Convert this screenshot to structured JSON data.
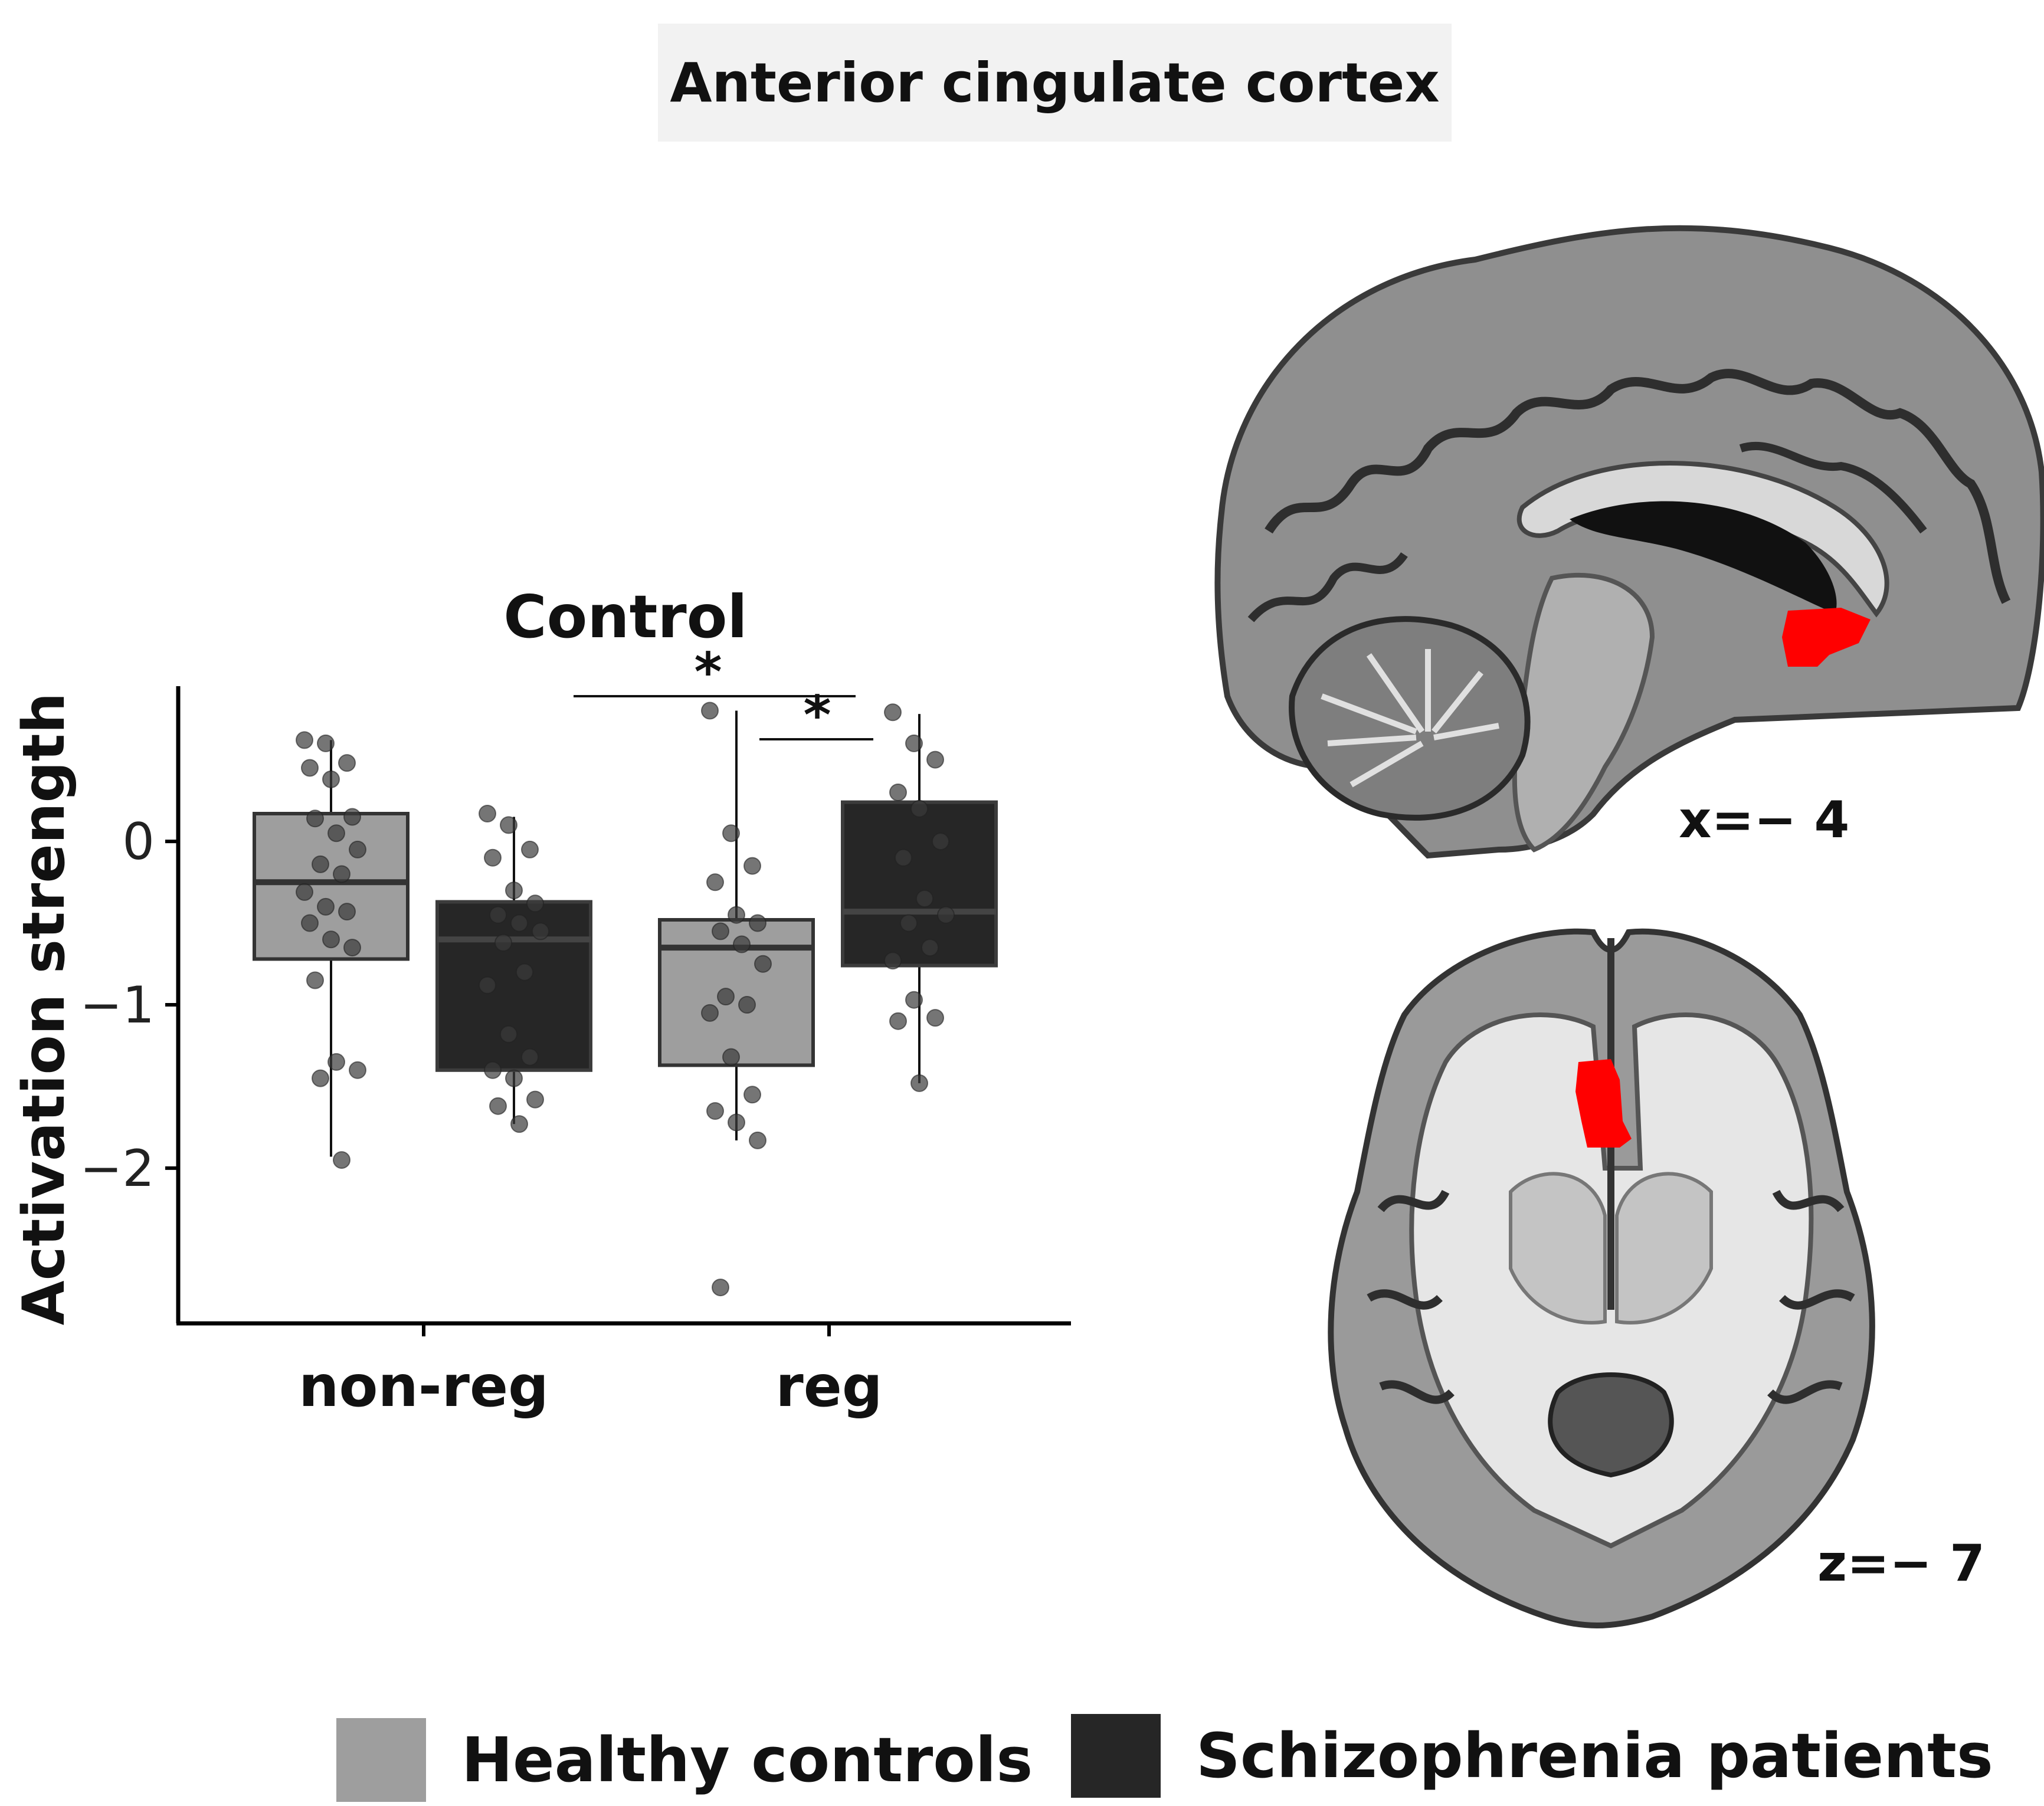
{
  "header": {
    "title": "Anterior cingulate cortex"
  },
  "colors": {
    "healthy": "#9e9e9e",
    "patients": "#262626",
    "roi": "#ff0000"
  },
  "chart_data": {
    "type": "box",
    "title": "Control",
    "ylabel": "Activation strength",
    "xlabel": "",
    "categories": [
      "non-reg",
      "reg"
    ],
    "yticks": [
      "0",
      "−1",
      "−2"
    ],
    "ytick_values": [
      0,
      -1,
      -2
    ],
    "ylim": [
      -2.95,
      0.95
    ],
    "grid": false,
    "groups": [
      {
        "legend_index": 0,
        "boxes": [
          {
            "category": "non-reg",
            "q1": -0.72,
            "median": -0.25,
            "q3": 0.17,
            "whisker_low": -1.93,
            "whisker_high": 0.62,
            "points": [
              0.62,
              0.6,
              0.48,
              0.45,
              0.38,
              0.15,
              0.14,
              0.05,
              -0.05,
              -0.14,
              -0.2,
              -0.31,
              -0.4,
              -0.43,
              -0.5,
              -0.6,
              -0.65,
              -0.85,
              -1.35,
              -1.4,
              -1.45,
              -1.95
            ]
          },
          {
            "category": "reg",
            "q1": -1.37,
            "median": -0.65,
            "q3": -0.48,
            "whisker_low": -1.83,
            "whisker_high": 0.8,
            "points": [
              0.8,
              0.05,
              -0.15,
              -0.25,
              -0.45,
              -0.5,
              -0.55,
              -0.63,
              -0.75,
              -0.95,
              -1.0,
              -1.05,
              -1.32,
              -1.55,
              -1.65,
              -1.72,
              -1.83,
              -2.73
            ]
          }
        ]
      },
      {
        "legend_index": 1,
        "boxes": [
          {
            "category": "non-reg",
            "q1": -1.4,
            "median": -0.6,
            "q3": -0.37,
            "whisker_low": -1.73,
            "whisker_high": 0.15,
            "points": [
              0.17,
              0.1,
              -0.05,
              -0.1,
              -0.3,
              -0.38,
              -0.45,
              -0.5,
              -0.55,
              -0.62,
              -0.8,
              -0.88,
              -1.18,
              -1.32,
              -1.4,
              -1.45,
              -1.58,
              -1.62,
              -1.73
            ]
          },
          {
            "category": "reg",
            "q1": -0.76,
            "median": -0.43,
            "q3": 0.24,
            "whisker_low": -1.48,
            "whisker_high": 0.78,
            "points": [
              0.79,
              0.6,
              0.5,
              0.3,
              0.2,
              0.0,
              -0.1,
              -0.35,
              -0.45,
              -0.5,
              -0.65,
              -0.73,
              -0.97,
              -1.08,
              -1.1,
              -1.48
            ]
          }
        ]
      }
    ],
    "significance": [
      {
        "label": "*",
        "from": "non-reg",
        "to": "reg"
      },
      {
        "label": "*",
        "from": "reg",
        "to": "reg"
      }
    ]
  },
  "brain_images": [
    {
      "label": "x=− 4",
      "view": "sagittal"
    },
    {
      "label": "z=− 7",
      "view": "axial"
    }
  ],
  "legend": [
    {
      "label": "Healthy controls",
      "color": "#9e9e9e"
    },
    {
      "label": "Schizophrenia patients",
      "color": "#262626"
    }
  ]
}
